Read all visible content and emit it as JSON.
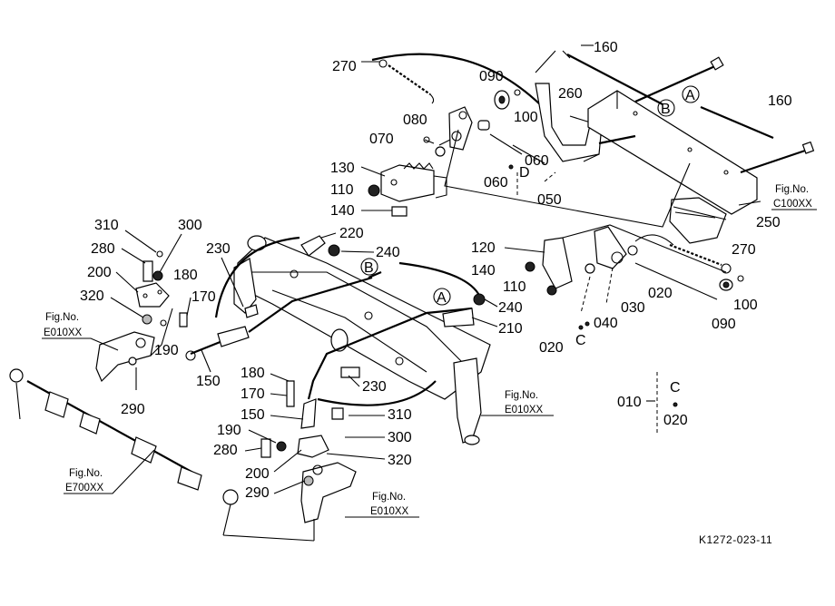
{
  "diagram_code": "K1272-023-11",
  "callouts": {
    "c270a": "270",
    "c160a": "160",
    "c090a": "090",
    "c100a": "100",
    "c260": "260",
    "cA1": "A",
    "cB1": "B",
    "c160b": "160",
    "c080": "080",
    "c070": "070",
    "c060a": "060",
    "c060b": "060",
    "cD": "D",
    "c050": "050",
    "c130": "130",
    "c110a": "110",
    "c140a": "140",
    "cFigC100": "Fig.No.",
    "cFigC100b": "C100XX",
    "c250": "250",
    "c310a": "310",
    "c300a": "300",
    "c230a": "230",
    "c220": "220",
    "c240a": "240",
    "cB2": "B",
    "c280a": "280",
    "c200a": "200",
    "c180a": "180",
    "c170a": "170",
    "c320a": "320",
    "cFigE010a": "Fig.No.",
    "cFigE010ab": "E010XX",
    "c190a": "190",
    "c150a": "150",
    "c290a": "290",
    "c120": "120",
    "c140b": "140",
    "c110b": "110",
    "c270b": "270",
    "c020a": "020",
    "c030": "030",
    "c040": "040",
    "c020b": "020",
    "cC1": "C",
    "c090b": "090",
    "c100b": "100",
    "cA2": "A",
    "c240b": "240",
    "c210": "210",
    "c180b": "180",
    "c170b": "170",
    "c230b": "230",
    "cFigE010b": "Fig.No.",
    "cFigE010bb": "E010XX",
    "c150b": "150",
    "c310b": "310",
    "c190b": "190",
    "c300b": "300",
    "c280b": "280",
    "c200b": "200",
    "c320b": "320",
    "c290b": "290",
    "cFigE700": "Fig.No.",
    "cFigE700b": "E700XX",
    "cFigE010c": "Fig.No.",
    "cFigE010cb": "E010XX",
    "c010": "010",
    "cC2": "C",
    "c020c": "020"
  }
}
